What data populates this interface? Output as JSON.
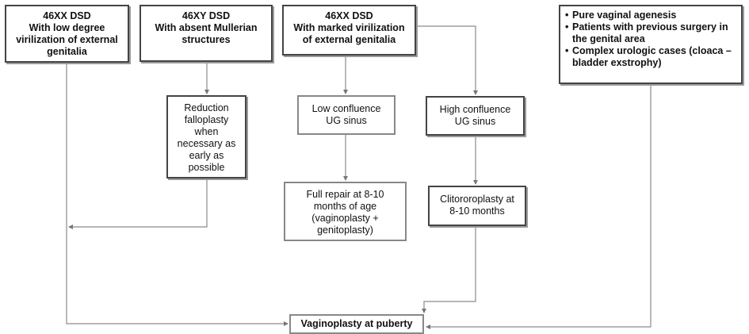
{
  "boxes": {
    "xx_low": {
      "lines": [
        "46XX DSD",
        "With low degree",
        "virilization of external",
        "genitalia"
      ]
    },
    "xy_absent": {
      "lines": [
        "46XY DSD",
        "With absent Mullerian",
        "structures"
      ]
    },
    "xx_marked": {
      "lines": [
        "46XX DSD",
        "With marked virilization",
        "of external genitalia"
      ]
    },
    "other_indications": {
      "items": [
        "Pure vaginal agenesis",
        "Patients with previous surgery in the genital area",
        "Complex urologic cases (cloaca – bladder exstrophy)"
      ]
    },
    "reduction_falloplasty": {
      "lines": [
        "Reduction",
        "falloplasty",
        "when",
        "necessary as",
        "early as",
        "possible"
      ]
    },
    "low_confluence": {
      "lines": [
        "Low confluence",
        "UG sinus"
      ]
    },
    "high_confluence": {
      "lines": [
        "High confluence",
        "UG sinus"
      ]
    },
    "full_repair": {
      "lines": [
        "Full repair at 8-10",
        "months of age",
        "(vaginoplasty +",
        "genitoplasty)"
      ]
    },
    "clitororoplasty": {
      "lines": [
        "Clitororoplasty at",
        "8-10 months"
      ]
    },
    "vaginoplasty_puberty": {
      "lines": [
        "Vaginoplasty at puberty"
      ]
    }
  }
}
